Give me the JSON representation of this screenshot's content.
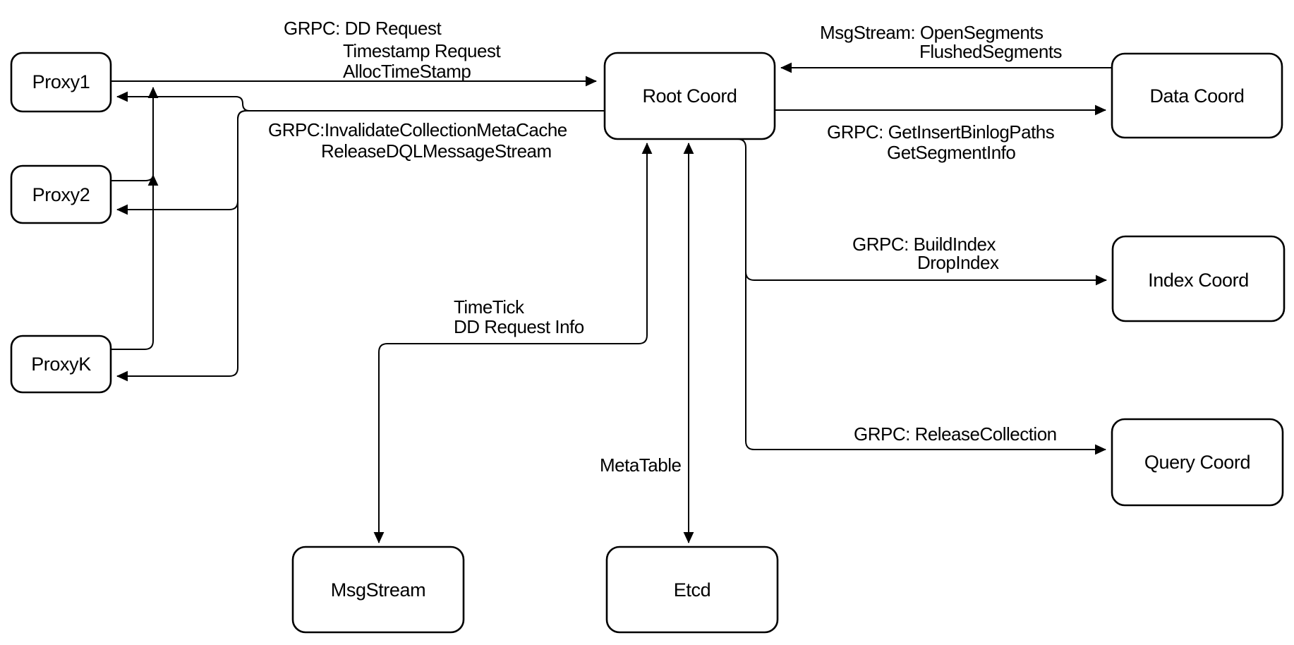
{
  "diagram": {
    "type": "architecture-diagram",
    "colors": {
      "stroke": "#000000",
      "background": "#ffffff",
      "text": "#000000"
    }
  },
  "nodes": {
    "proxy1": {
      "label": "Proxy1"
    },
    "proxy2": {
      "label": "Proxy2"
    },
    "proxyk": {
      "label": "ProxyK"
    },
    "root_coord": {
      "label": "Root Coord"
    },
    "data_coord": {
      "label": "Data Coord"
    },
    "index_coord": {
      "label": "Index Coord"
    },
    "query_coord": {
      "label": "Query Coord"
    },
    "msgstream": {
      "label": "MsgStream"
    },
    "etcd": {
      "label": "Etcd"
    }
  },
  "edge_labels": {
    "proxy_to_root": {
      "line1": "GRPC: DD Request",
      "line2": "Timestamp Request",
      "line3": "AllocTimeStamp"
    },
    "root_to_proxy": {
      "line1": "GRPC:InvalidateCollectionMetaCache",
      "line2": "ReleaseDQLMessageStream"
    },
    "data_to_root": {
      "line1": "MsgStream: OpenSegments",
      "line2": "FlushedSegments"
    },
    "root_to_data": {
      "line1": "GRPC: GetInsertBinlogPaths",
      "line2": "GetSegmentInfo"
    },
    "root_to_index": {
      "line1": "GRPC: BuildIndex",
      "line2": "DropIndex"
    },
    "root_to_query": {
      "line1": "GRPC: ReleaseCollection"
    },
    "root_to_msgstream": {
      "line1": "TimeTick",
      "line2": "DD Request Info"
    },
    "root_to_etcd": {
      "line1": "MetaTable"
    }
  }
}
